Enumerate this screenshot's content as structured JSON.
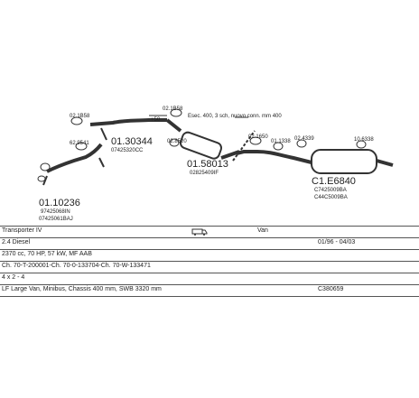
{
  "diagram": {
    "parts": [
      {
        "code": "01.10236",
        "sub1": "97425068IN",
        "sub2": "07425061BAJ"
      },
      {
        "code": "01.30344",
        "sub1": "07425320CC"
      },
      {
        "code": "01.58013",
        "sub1": "02825409IF"
      },
      {
        "code": "C1.E6840",
        "sub1": "C7425009BA",
        "sub2": "C44C5009BA"
      }
    ],
    "clamps": [
      "02.1B58",
      "02.1B58",
      "62.9541",
      "02.8520",
      "01.1338",
      "02.1650",
      "02.4339",
      "10.6338"
    ],
    "annotation": "Esec. 400, 3 sch, nuovo conn. mm 400",
    "dim_label": "+50"
  },
  "table": {
    "model": "Transporter IV",
    "engine": "2.4 Diesel",
    "body": "Van",
    "years": "01/96 - 04/03",
    "spec1": "2370 cc, 70 HP, 57 kW, MF AAB",
    "spec2": "Ch. 70-T-200001-Ch. 70-0-133704-Ch. 70-W-133471",
    "spec3": "4 x 2 - 4",
    "variant": "LF Large Van, Minibus, Chassis 400 mm, SWB 3320 mm",
    "kit_code": "C380659"
  }
}
